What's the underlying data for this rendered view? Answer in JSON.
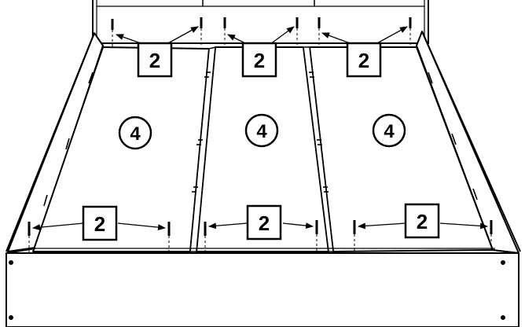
{
  "callouts": {
    "top_left": "2",
    "top_middle": "2",
    "top_right": "2",
    "bottom_left": "2",
    "bottom_middle": "2",
    "bottom_right": "2"
  },
  "panels": {
    "left": "4",
    "middle": "4",
    "right": "4"
  },
  "colors": {
    "ink": "#000000",
    "paper": "#ffffff"
  }
}
